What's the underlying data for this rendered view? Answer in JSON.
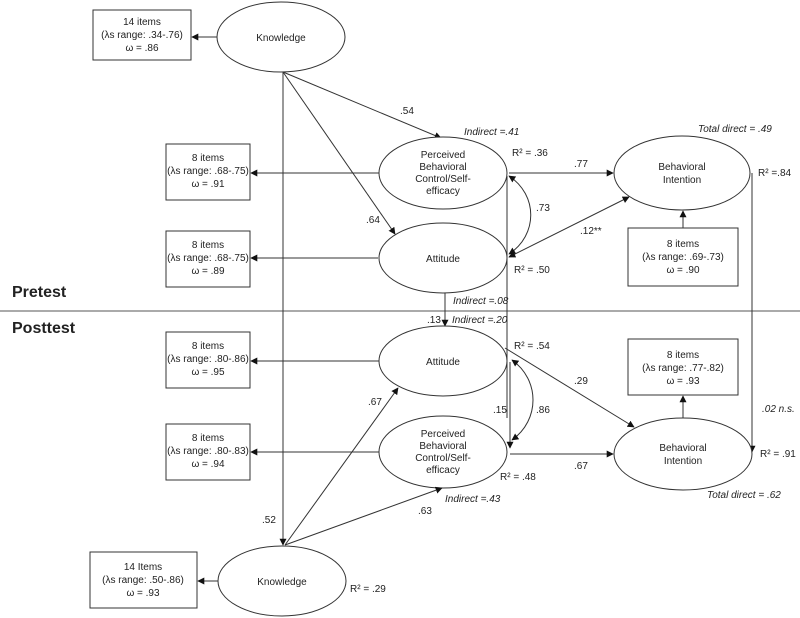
{
  "sections": {
    "pretest": "Pretest",
    "posttest": "Posttest"
  },
  "pretest": {
    "knowledge": {
      "label": "Knowledge",
      "box": [
        "14 items",
        "(λs range: .34-.76)",
        "ω = .86"
      ]
    },
    "pbc": {
      "label": [
        "Perceived",
        "Behavioral",
        "Control/Self-",
        "efficacy"
      ],
      "box": [
        "8 items",
        "(λs range: .68-.75)",
        "ω = .91"
      ],
      "r2": "R² = .36",
      "indirect": "Indirect =.41"
    },
    "attitude": {
      "label": "Attitude",
      "box": [
        "8 items",
        "(λs range: .68-.75)",
        "ω = .89"
      ],
      "r2": "R² = .50",
      "indirect": "Indirect =.08"
    },
    "intention": {
      "label": [
        "Behavioral",
        "Intention"
      ],
      "box": [
        "8 items",
        "(λs range: .69-.73)",
        "ω = .90"
      ],
      "r2": "R² =.84",
      "total_direct": "Total direct = .49"
    },
    "paths": {
      "knowledge_pbc": ".54",
      "knowledge_attitude": ".64",
      "pbc_intention": ".77",
      "pbc_attitude_cov": ".73",
      "attitude_intention": ".12**"
    }
  },
  "posttest": {
    "attitude": {
      "label": "Attitude",
      "box": [
        "8 items",
        "(λs range: .80-.86)",
        "ω = .95"
      ],
      "r2": "R² = .54",
      "indirect": "Indirect =.20"
    },
    "pbc": {
      "label": [
        "Perceived",
        "Behavioral",
        "Control/Self-",
        "efficacy"
      ],
      "box": [
        "8 items",
        "(λs range: .80-.83)",
        "ω = .94"
      ],
      "r2": "R² = .48",
      "indirect": "Indirect =.43"
    },
    "intention": {
      "label": [
        "Behavioral",
        "Intention"
      ],
      "box": [
        "8 items",
        "(λs range: .77-.82)",
        "ω = .93"
      ],
      "r2": "R² = .91",
      "total_direct": "Total direct = .62"
    },
    "knowledge": {
      "label": "Knowledge",
      "box": [
        "14 Items",
        "(λs range: .50-.86)",
        "ω = .93"
      ],
      "r2": "R² = .29"
    },
    "paths": {
      "attitude_pre_post": ".13",
      "knowledge_pre_post": ".52",
      "knowledge_attitude": ".67",
      "knowledge_pbc": ".63",
      "attitude_intention": ".29",
      "pbc_intention": ".67",
      "attitude_pbc": ".15",
      "attitude_pbc_cov": ".86",
      "intention_pre_post": ".02 n.s."
    }
  }
}
